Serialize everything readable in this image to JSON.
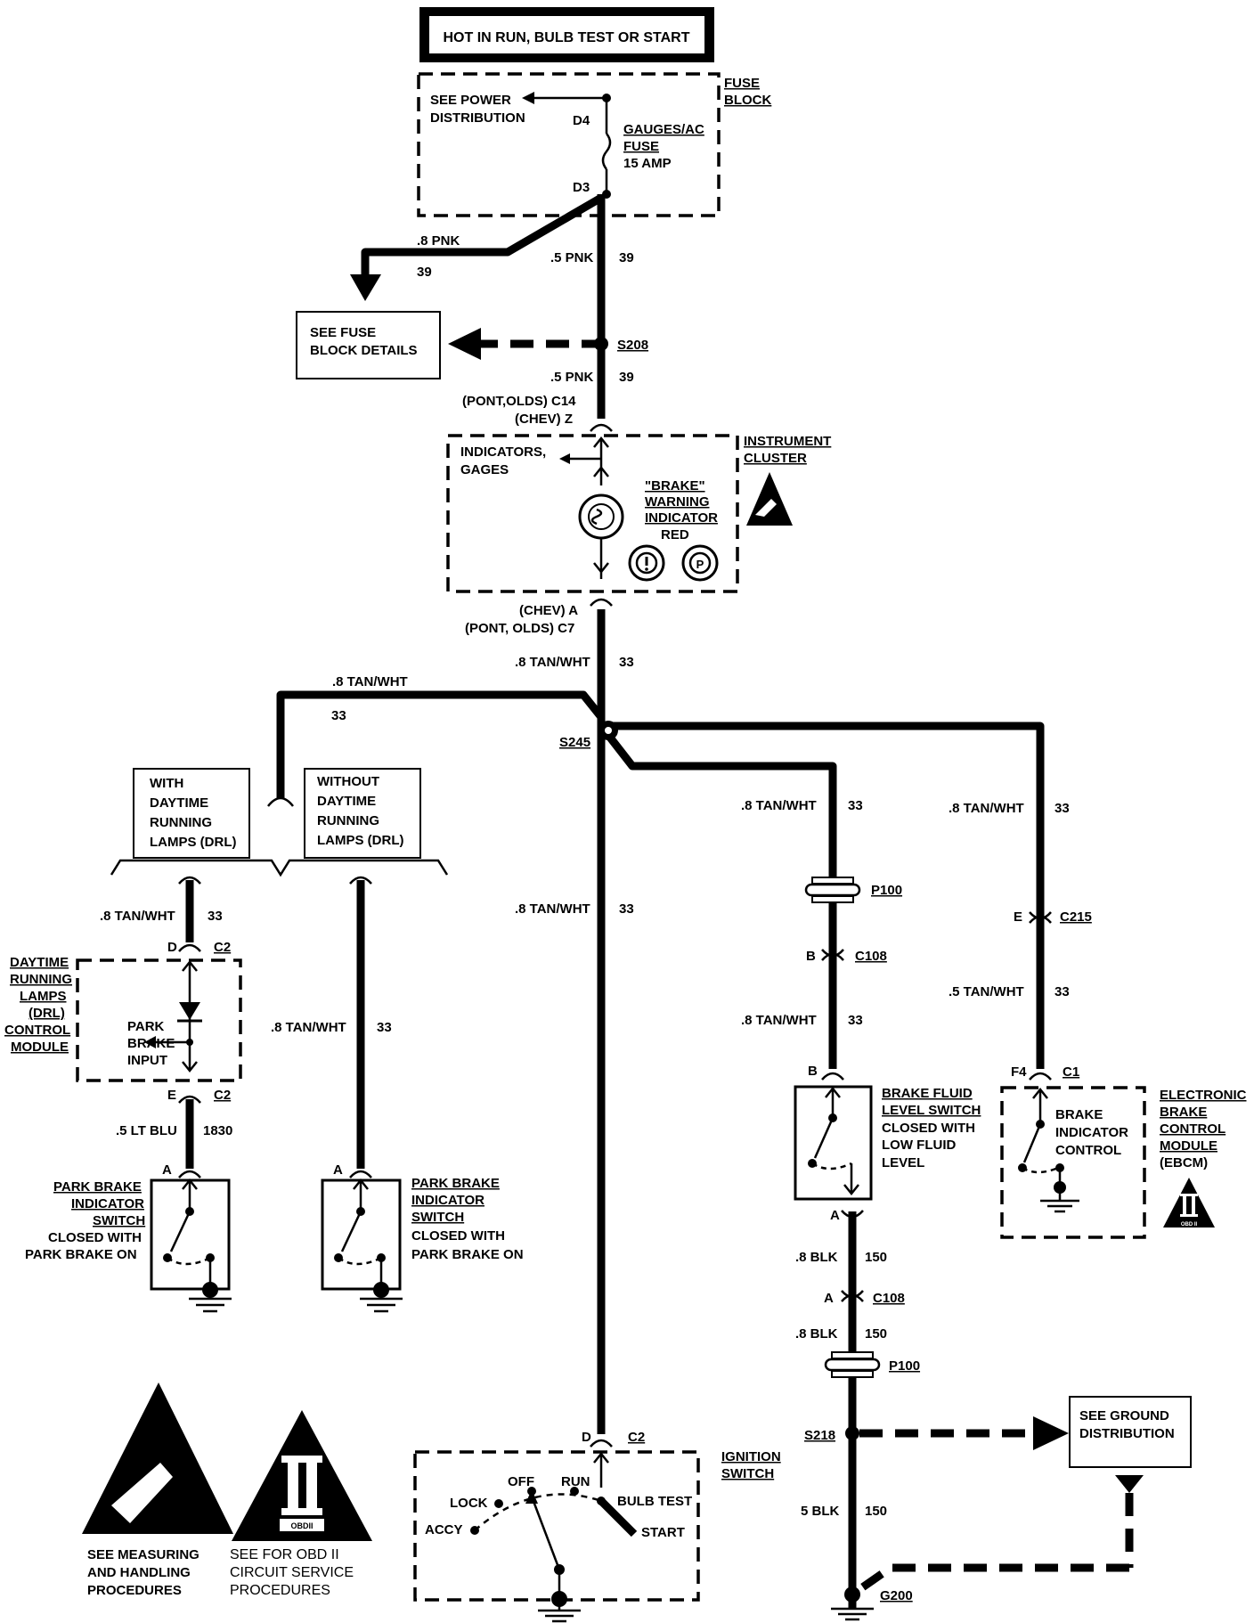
{
  "header": "HOT IN RUN, BULB TEST OR START",
  "fuse_block": {
    "title": [
      "FUSE",
      "BLOCK"
    ],
    "see_power": [
      "SEE POWER",
      "DISTRIBUTION"
    ],
    "pin_d4": "D4",
    "pin_d3": "D3",
    "fuse_name": [
      "GAUGES/AC",
      "FUSE"
    ],
    "fuse_rating": "15 AMP"
  },
  "wires": {
    "w8pnk": ".8 PNK",
    "w8pnk_num": "39",
    "w5pnk_a": ".5 PNK",
    "w5pnk_a_num": "39",
    "w5pnk_b": ".5 PNK",
    "w5pnk_b_num": "39",
    "tan_main": ".8 TAN/WHT",
    "tan_main_num": "33",
    "tan_left": ".8 TAN/WHT",
    "tan_left_num": "33",
    "tan_drl": ".8 TAN/WHT",
    "tan_drl_num": "33",
    "tan_nodrl": ".8 TAN/WHT",
    "tan_nodrl_num": "33",
    "tan_center": ".8 TAN/WHT",
    "tan_center_num": "33",
    "tan_r1a": ".8 TAN/WHT",
    "tan_r1a_num": "33",
    "tan_r1b": ".8 TAN/WHT",
    "tan_r1b_num": "33",
    "tan_r2a": ".8 TAN/WHT",
    "tan_r2a_num": "33",
    "tan_r2b": ".5 TAN/WHT",
    "tan_r2b_num": "33",
    "ltblu": ".5 LT BLU",
    "ltblu_num": "1830",
    "blk_a": ".8 BLK",
    "blk_a_num": "150",
    "blk_b": ".8 BLK",
    "blk_b_num": "150",
    "blk_c": "5 BLK",
    "blk_c_num": "150"
  },
  "see_fuse_details": [
    "SEE FUSE",
    "BLOCK DETAILS"
  ],
  "splices": {
    "s208": "S208",
    "s245": "S245",
    "s218": "S218",
    "g200": "G200"
  },
  "cluster": {
    "conn_top": [
      "(PONT,OLDS)  C14",
      "(CHEV)  Z"
    ],
    "conn_bottom": [
      "(CHEV)  A",
      "(PONT, OLDS)  C7"
    ],
    "title": [
      "INSTRUMENT",
      "CLUSTER"
    ],
    "indicators": [
      "INDICATORS,",
      "GAGES"
    ],
    "brake": [
      "\"BRAKE\"",
      "WARNING",
      "INDICATOR",
      "RED"
    ]
  },
  "drl_with": [
    "WITH",
    "DAYTIME",
    "RUNNING",
    "LAMPS (DRL)"
  ],
  "drl_without": [
    "WITHOUT",
    "DAYTIME",
    "RUNNING",
    "LAMPS (DRL)"
  ],
  "drl_module": {
    "title": [
      "DAYTIME",
      "RUNNING",
      "LAMPS",
      "(DRL)",
      "CONTROL",
      "MODULE"
    ],
    "input": [
      "PARK",
      "BRAKE",
      "INPUT"
    ],
    "pin_d": "D",
    "conn_d": "C2",
    "pin_e": "E",
    "conn_e": "C2"
  },
  "park_left": {
    "pin": "A",
    "title": [
      "PARK BRAKE",
      "INDICATOR",
      "SWITCH"
    ],
    "desc": [
      "CLOSED WITH",
      "PARK BRAKE ON"
    ]
  },
  "park_right": {
    "pin": "A",
    "title": [
      "PARK BRAKE",
      "INDICATOR",
      "SWITCH"
    ],
    "desc": [
      "CLOSED WITH",
      "PARK BRAKE ON"
    ]
  },
  "connectors": {
    "p100_top": "P100",
    "c108_b_pin": "B",
    "c108_b": "C108",
    "c215_pin": "E",
    "c215": "C215",
    "bfl_pin": "B",
    "c1_pin": "F4",
    "c1": "C1",
    "bfl_a_pin": "A",
    "c108_a_pin": "A",
    "c108_a": "C108",
    "p100_bottom": "P100",
    "ign_pin": "D",
    "ign_conn": "C2"
  },
  "brake_fluid": {
    "title": [
      "BRAKE FLUID",
      "LEVEL SWITCH"
    ],
    "desc": [
      "CLOSED WITH",
      "LOW FLUID",
      "LEVEL"
    ]
  },
  "ebcm": {
    "inner": [
      "BRAKE",
      "INDICATOR",
      "CONTROL"
    ],
    "title": [
      "ELECTRONIC",
      "BRAKE",
      "CONTROL",
      "MODULE"
    ],
    "abbr": "(EBCM)"
  },
  "see_ground": [
    "SEE GROUND",
    "DISTRIBUTION"
  ],
  "ignition": {
    "title": [
      "IGNITION",
      "SWITCH"
    ],
    "positions": {
      "lock": "LOCK",
      "accy": "ACCY",
      "off": "OFF",
      "run": "RUN",
      "bulb": "BULB TEST",
      "start": "START"
    }
  },
  "legend": {
    "measuring": [
      "SEE MEASURING",
      "AND HANDLING",
      "PROCEDURES"
    ],
    "obd": [
      "SEE FOR OBD II",
      "CIRCUIT SERVICE",
      "PROCEDURES"
    ],
    "obd_badge": "OBDII",
    "obd_badge_small": "OBD II"
  }
}
